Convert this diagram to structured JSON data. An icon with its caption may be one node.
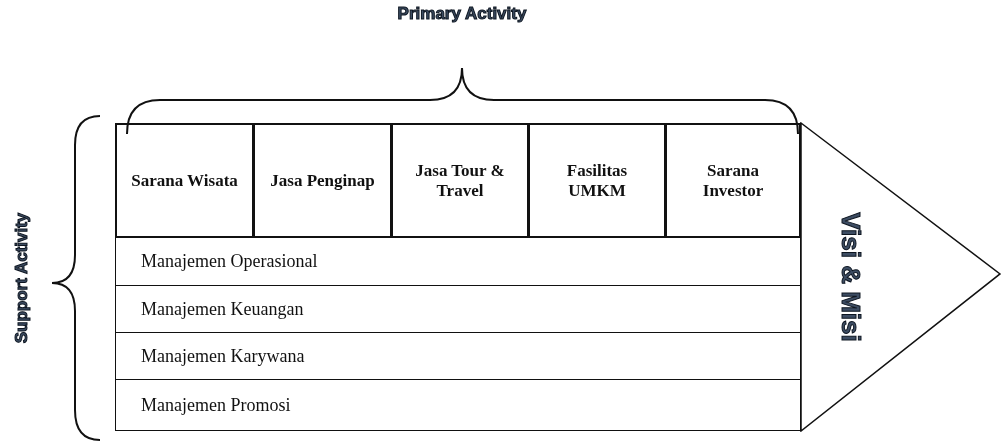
{
  "diagram": {
    "nodes": [
      {
        "text": [
          "Sarana Wisata"
        ]
      },
      {
        "text": [
          "Jasa Penginap"
        ]
      },
      {
        "text": [
          "Jasa Tour & Travel"
        ]
      },
      {
        "text": [
          "Fasilitas UMKM"
        ]
      },
      {
        "text": [
          "Sarana Investor"
        ]
      },
      {
        "text": [
          "Manajemen Operasional"
        ]
      },
      {
        "text": [
          "Manajemen Keuangan"
        ]
      },
      {
        "text": [
          "Manajemen Karywana"
        ]
      },
      {
        "text": [
          "Manajemen Promosi"
        ]
      },
      {
        "text": [
          "Visi & Misi"
        ]
      }
    ],
    "labels": [
      "Primary Activity",
      "Support Activity"
    ]
  }
}
